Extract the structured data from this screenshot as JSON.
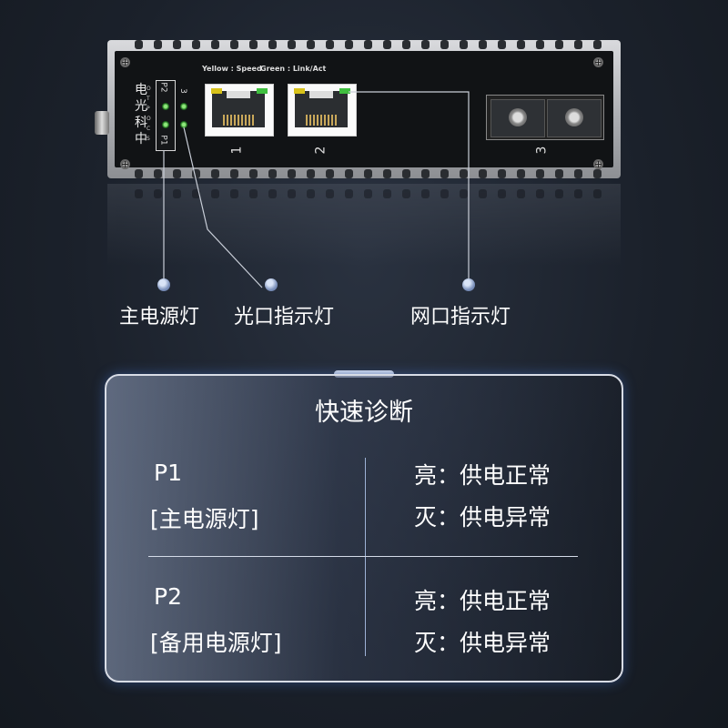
{
  "device": {
    "brand_chars": [
      "中",
      "科",
      "光",
      "电"
    ],
    "brand_sub": "SCOPTO",
    "led_labels": [
      "P1",
      "P2"
    ],
    "port_group_label": "3",
    "legend": {
      "yellow": "Yellow : Speed",
      "green": "Green : Link/Act"
    },
    "ports": [
      "1",
      "2",
      "3"
    ]
  },
  "callouts": {
    "main_power": "主电源灯",
    "optical": "光口指示灯",
    "network": "网口指示灯"
  },
  "diagnosis": {
    "title": "快速诊断",
    "rows": [
      {
        "code": "P1",
        "name": "[主电源灯]",
        "on": "亮：供电正常",
        "off": "灭：供电异常"
      },
      {
        "code": "P2",
        "name": "[备用电源灯]",
        "on": "亮：供电正常",
        "off": "灭：供电异常"
      }
    ]
  },
  "colors": {
    "background": "#1b212b",
    "led_green": "#3fbf3f",
    "led_yellow": "#d8c21a",
    "accent_blue": "#6f8fd0"
  }
}
